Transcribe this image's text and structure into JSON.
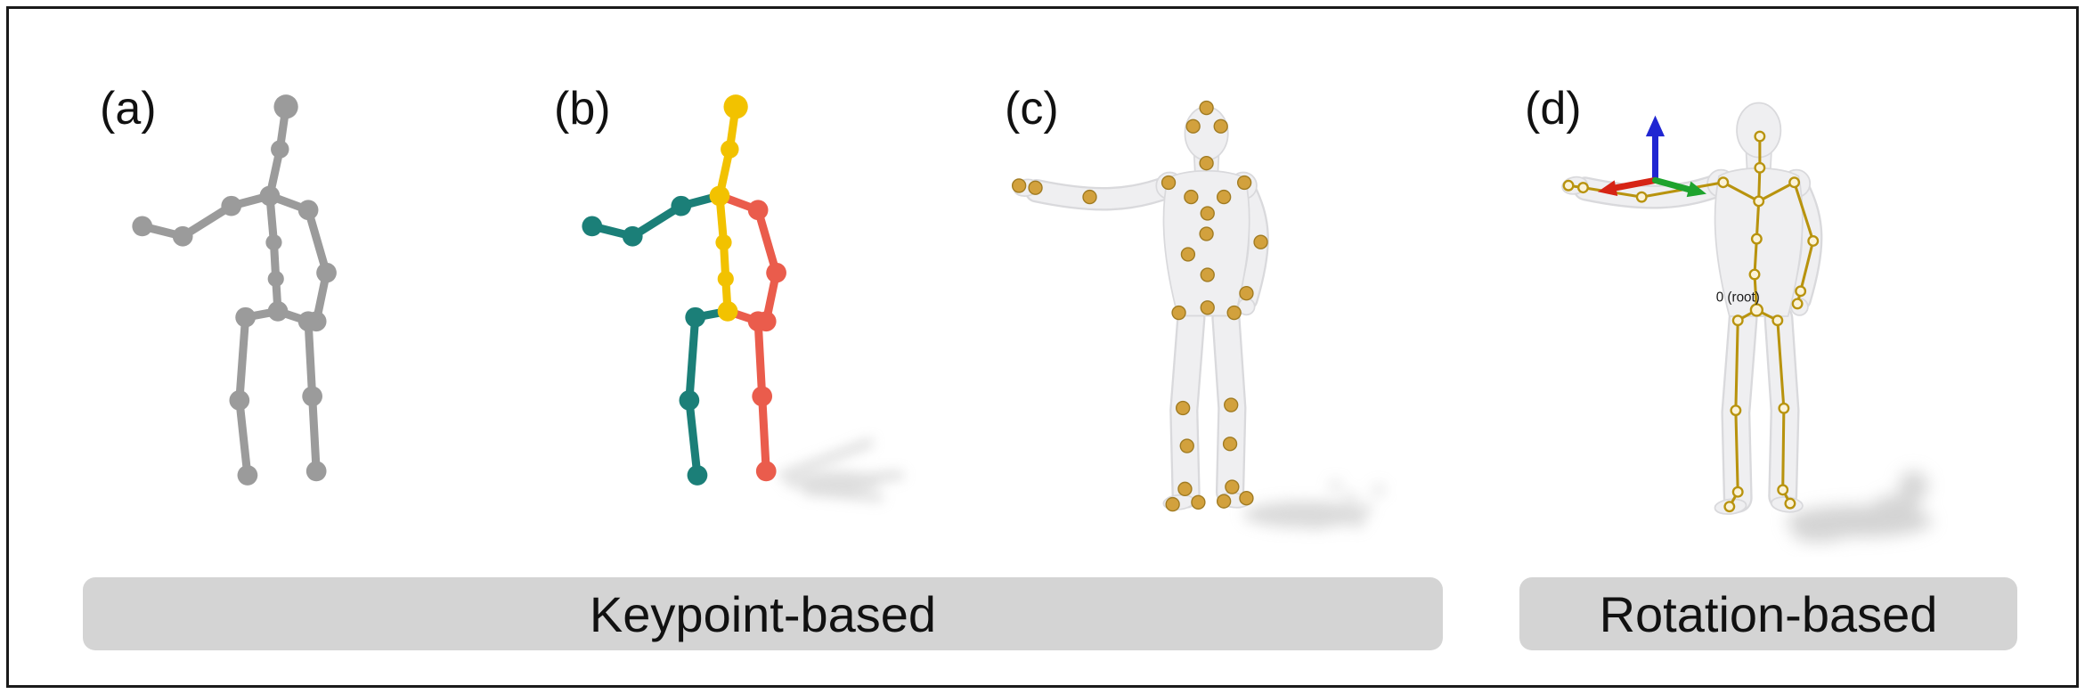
{
  "figure": {
    "panel_labels": {
      "a": "(a)",
      "b": "(b)",
      "c": "(c)",
      "d": "(d)"
    },
    "captions": {
      "keypoint": "Keypoint-based",
      "rotation": "Rotation-based"
    },
    "annotations": {
      "root_joint": "0 (root)"
    },
    "colors": {
      "skeleton_gray": "#9b9b9b",
      "spine_yellow": "#f2c200",
      "left_limb_teal": "#1b7f78",
      "right_limb_red": "#ea5c4c",
      "marker_gold": "#d2a13d",
      "marker_gold_edge": "#a07b22",
      "kinematic_tree_gold": "#b8930e",
      "axis_x_red": "#d62415",
      "axis_y_green": "#1ea32e",
      "axis_z_blue": "#2026d2",
      "mesh_gray": "#efeff1",
      "mesh_gray_edge": "#d9d9dc",
      "caption_bar_bg": "#d4d4d4",
      "border_black": "#1a1a1a",
      "label_black": "#111111"
    }
  }
}
